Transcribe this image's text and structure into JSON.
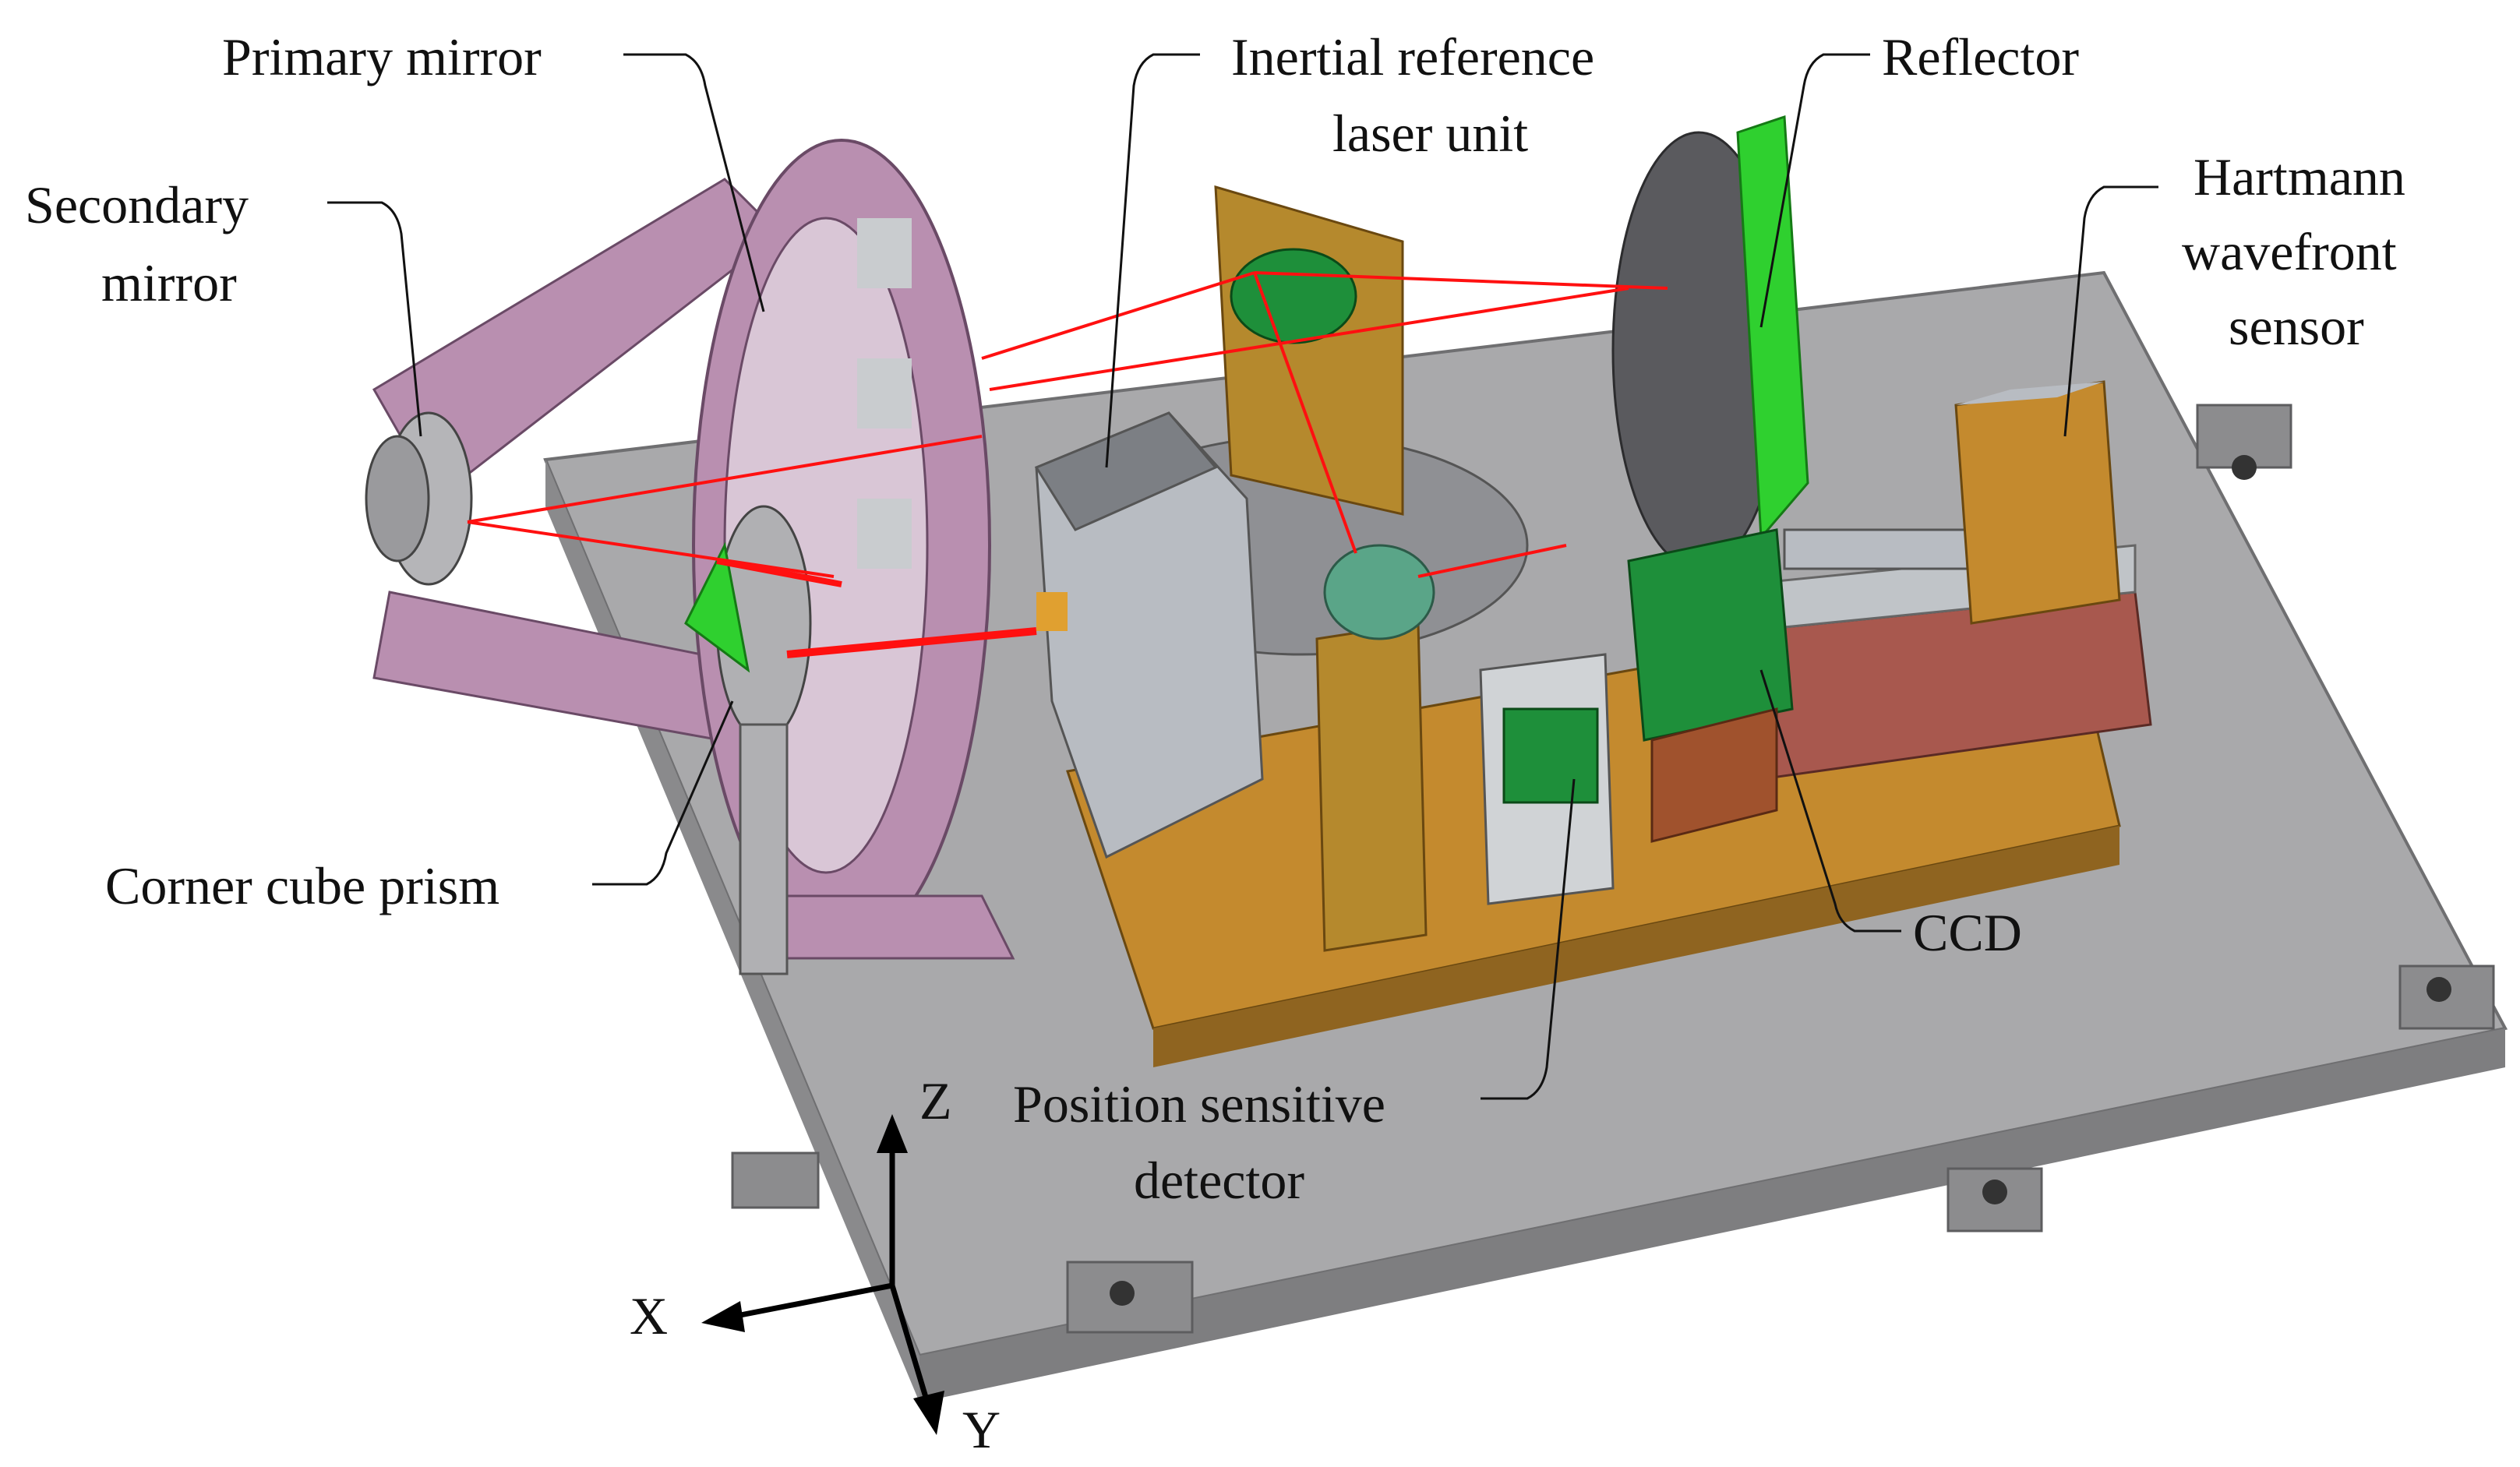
{
  "labels": {
    "primary_mirror": "Primary mirror",
    "secondary_mirror_1": "Secondary",
    "secondary_mirror_2": "mirror",
    "corner_cube_prism": "Corner cube prism",
    "inertial_reference_1": "Inertial reference",
    "inertial_reference_2": "laser unit",
    "reflector": "Reflector",
    "hartmann_1": "Hartmann",
    "hartmann_2": "wavefront",
    "hartmann_3": "sensor",
    "ccd": "CCD",
    "psd_1": "Position sensitive",
    "psd_2": "detector"
  },
  "axes": {
    "x": "X",
    "y": "Y",
    "z": "Z"
  },
  "colors": {
    "base_plate": "#a9a9ab",
    "base_edge": "#7e7e80",
    "telescope_frame": "#b98fb0",
    "bench_orange": "#c48a2e",
    "component_green": "#2fd02f",
    "dark_green": "#1e8f3a",
    "laser_red": "#ff1010",
    "steel_grey": "#b8bcc2",
    "rust_red": "#a8584e"
  }
}
